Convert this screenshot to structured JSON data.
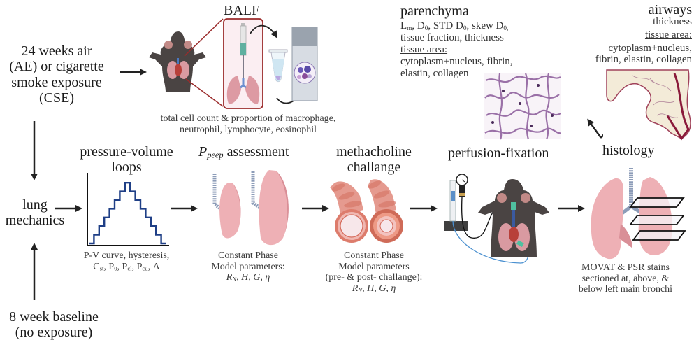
{
  "start_exposure": {
    "lines": [
      "24 weeks air",
      "(AE) or cigarette",
      "smoke exposure",
      "(CSE)"
    ]
  },
  "baseline": {
    "lines": [
      "8 week baseline",
      "(no exposure)"
    ]
  },
  "lung_mechanics": {
    "lines": [
      "lung",
      "mechanics"
    ]
  },
  "balf": {
    "title": "BALF",
    "caption_lines": [
      "total cell count & proportion of macrophage,",
      "neutrophil, lymphocyte, eosinophil"
    ]
  },
  "parenchyma": {
    "title": "parenchyma",
    "metrics_line_parts": [
      "L",
      "m",
      ", D",
      "0",
      ", STD D",
      "0",
      ", skew D",
      "0,"
    ],
    "line2": "tissue fraction, thickness",
    "tissue_area_label": "tissue area:",
    "line4": "cytoplasm+nucleus, fibrin,",
    "line5": "elastin, collagen"
  },
  "airways": {
    "title": "airways",
    "line1": "thickness",
    "tissue_area_label": "tissue area:",
    "line3": "cytoplasm+nucleus,",
    "line4": "fibrin, elastin, collagen"
  },
  "pv_loops": {
    "title_lines": [
      "pressure-volume",
      "loops"
    ],
    "caption_line1": "P-V curve, hysteresis,",
    "caption_line2_parts": [
      "C",
      "st",
      ", P",
      "0",
      ", P",
      "cl",
      ", P",
      "cu",
      ", Λ"
    ],
    "line_color": "#1f3f86"
  },
  "ppeep": {
    "title_main": "P",
    "title_sub": "peep",
    "title_rest": " assessment",
    "caption_lines": [
      "Constant Phase",
      "Model parameters:"
    ],
    "params_parts": [
      "R",
      "N",
      ", H, G, η"
    ]
  },
  "methacholine": {
    "title_lines": [
      "methacholine",
      "challange"
    ],
    "caption_lines": [
      "Constant Phase",
      "Model parameters",
      "(pre- & post- challange):"
    ],
    "params_parts": [
      "R",
      "N",
      ", H, G, η"
    ]
  },
  "perfusion": {
    "title": "perfusion-fixation"
  },
  "histology": {
    "title": "histology",
    "caption_lines": [
      "MOVAT & PSR stains",
      "sectioned at, above, &",
      "below left main bronchi"
    ]
  },
  "colors": {
    "lung_pink": "#eeb0b5",
    "lung_dark": "#d98f97",
    "trachea": "#8c9cb8",
    "mouse": "#4a4443",
    "arrow": "#222222",
    "balf_box": "#9b2b2b"
  }
}
